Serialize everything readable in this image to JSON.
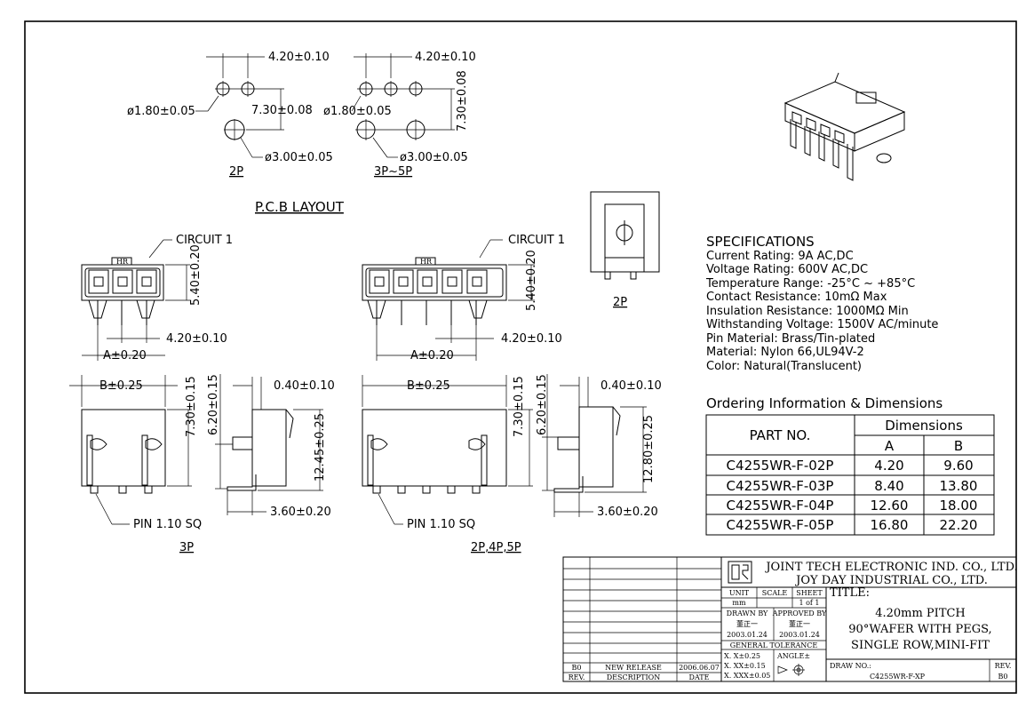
{
  "pcb": {
    "title": "P.C.B LAYOUT",
    "pitch_2p": "4.20±0.10",
    "pitch_3p": "4.20±0.10",
    "hole_small_2p": "ø1.80±0.05",
    "hole_small_3p": "ø1.80±0.05",
    "row_2p": "7.30±0.08",
    "row_3p": "7.30±0.08",
    "hole_big_2p": "ø3.00±0.05",
    "hole_big_3p": "ø3.00±0.05",
    "label_2p": "2P",
    "label_3p": "3P~5P"
  },
  "front": {
    "circuit_3p": "CIRCUIT 1",
    "circuit_5p": "CIRCUIT 1",
    "hr_3p": "HR",
    "hr_5p": "HR",
    "height_3p": "5.40±0.20",
    "height_5p": "5.40±0.20",
    "pitch_3p": "4.20±0.10",
    "pitch_5p": "4.20±0.10",
    "a_3p": "A±0.20",
    "a_5p": "A±0.20"
  },
  "top": {
    "b_3p": "B±0.25",
    "b_5p": "B±0.25",
    "h1_3p": "7.30±0.15",
    "h2_3p": "6.20±0.15",
    "h1_5p": "7.30±0.15",
    "h2_5p": "6.20±0.15",
    "t_3p": "0.40±0.10",
    "t_5p": "0.40±0.10",
    "total_3p": "12.45±0.25",
    "total_5p": "12.80±0.25",
    "pin_3p": "PIN 1.10 SQ",
    "pin_5p": "PIN 1.10 SQ",
    "off_3p": "3.60±0.20",
    "off_5p": "3.60±0.20",
    "label_3p": "3P",
    "label_5p": "2P,4P,5P"
  },
  "side_2p_label": "2P",
  "specs": {
    "title": "SPECIFICATIONS",
    "lines": [
      "Current Rating: 9A AC,DC",
      "Voltage Rating: 600V AC,DC",
      "Temperature Range: -25°C ~ +85°C",
      "Contact Resistance: 10mΩ Max",
      "Insulation Resistance: 1000MΩ Min",
      "Withstanding Voltage: 1500V AC/minute",
      "Pin Material: Brass/Tin-plated",
      "Material: Nylon 66,UL94V-2",
      "Color: Natural(Translucent)"
    ]
  },
  "ordering": {
    "title": "Ordering Information & Dimensions",
    "col_part": "PART NO.",
    "col_dims": "Dimensions",
    "col_a": "A",
    "col_b": "B",
    "rows": [
      {
        "part": "C4255WR-F-02P",
        "a": "4.20",
        "b": "9.60"
      },
      {
        "part": "C4255WR-F-03P",
        "a": "8.40",
        "b": "13.80"
      },
      {
        "part": "C4255WR-F-04P",
        "a": "12.60",
        "b": "18.00"
      },
      {
        "part": "C4255WR-F-05P",
        "a": "16.80",
        "b": "22.20"
      }
    ]
  },
  "titleblock": {
    "company1": "JOINT TECH ELECTRONIC IND. CO., LTD.",
    "company2": "JOY DAY INDUSTRIAL CO., LTD.",
    "unit_label": "UNIT",
    "unit_value": "mm",
    "scale_label": "SCALE",
    "sheet_label": "SHEET",
    "sheet_value": "1 of 1",
    "title_label": "TITLE:",
    "title1": "4.20mm PITCH",
    "title2": "90°WAFER WITH PEGS,",
    "title3": "SINGLE ROW,MINI-FIT",
    "drawn_label": "DRAWN BY",
    "drawn_name": "董正一",
    "drawn_date": "2003.01.24",
    "approved_label": "APPROVED BY",
    "approved_name": "董正一",
    "approved_date": "2003.01.24",
    "tol_label": "GENERAL TOLERANCE",
    "tol1": "X. X±0.25",
    "tol2": "X. XX±0.15",
    "tol3": "X. XXX±0.05",
    "angle_label": "ANGLE±",
    "drawno_label": "DRAW NO.:",
    "drawno_value": "C4255WR-F-XP",
    "rev_label": "REV.",
    "rev_value": "B0",
    "rev_row": {
      "rev": "B0",
      "desc": "NEW RELEASE",
      "date": "2006.06.07"
    },
    "hdr_rev": "REV.",
    "hdr_desc": "DESCRIPTION",
    "hdr_date": "DATE"
  }
}
